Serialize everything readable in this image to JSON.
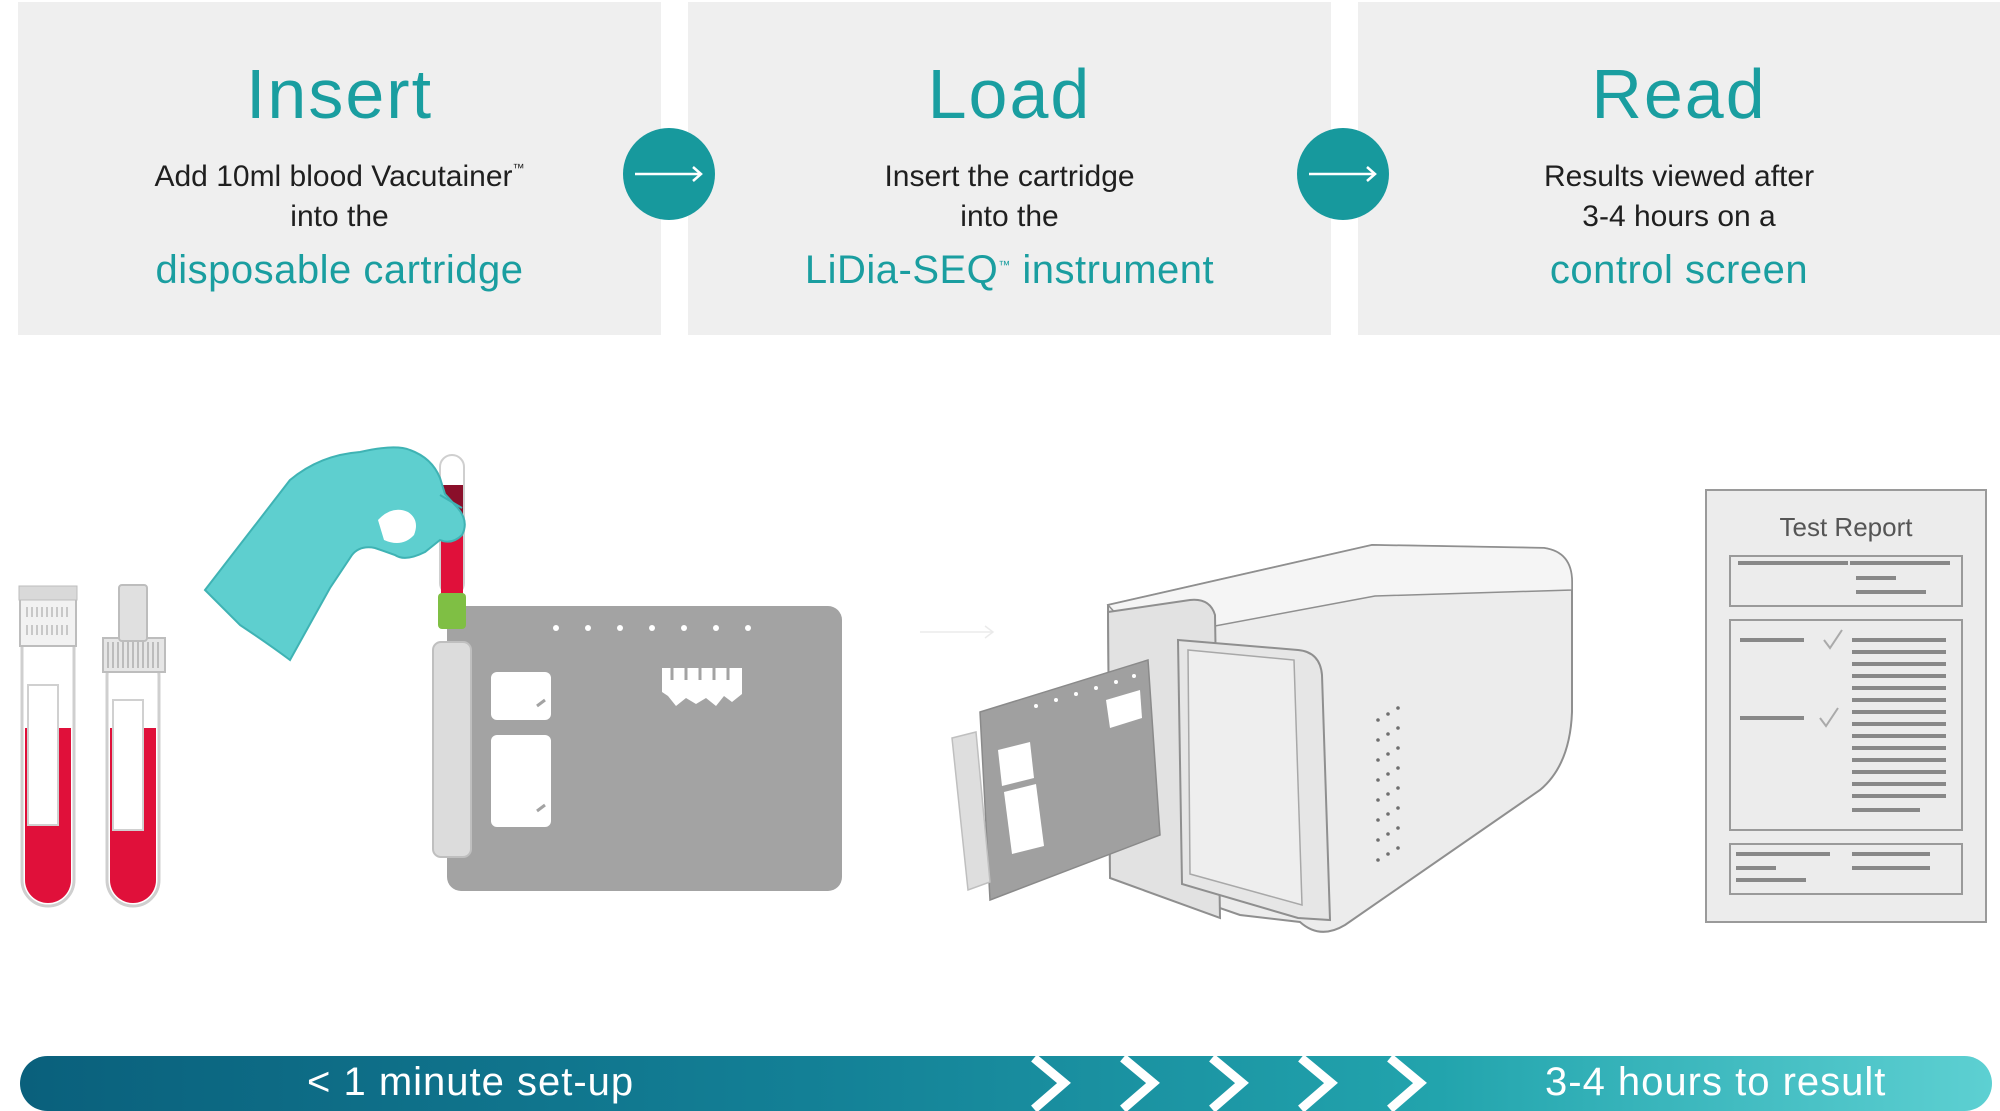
{
  "steps": [
    {
      "title": "Insert",
      "line1": "Add 10ml blood Vacutainer",
      "line1_tm": "™",
      "line2": "into the",
      "highlight": "disposable cartridge",
      "highlight_tm": "",
      "highlight_tail": ""
    },
    {
      "title": "Load",
      "line1": "Insert the cartridge",
      "line1_tm": "",
      "line2": "into the",
      "highlight": "LiDia-SEQ",
      "highlight_tm": "™",
      "highlight_tail": " instrument"
    },
    {
      "title": "Read",
      "line1": "Results viewed after",
      "line1_tm": "",
      "line2": "3-4 hours on a",
      "highlight": "control screen",
      "highlight_tm": "",
      "highlight_tail": ""
    }
  ],
  "report": {
    "title": "Test Report"
  },
  "timeline": {
    "left_label": "< 1 minute set-up",
    "right_label": "3-4 hours to result"
  },
  "colors": {
    "accent": "#1a9ea0",
    "panel": "#efefef",
    "glove": "#5ecfcf",
    "blood": "#e0103a",
    "cartridge": "#a3a3a3",
    "instrument": "#eaeaea"
  },
  "icons": [
    "arrow-right-icon",
    "blood-tube-icon",
    "gloved-hand-icon",
    "cartridge-icon",
    "instrument-icon",
    "test-report-icon",
    "checkmark-icon"
  ]
}
